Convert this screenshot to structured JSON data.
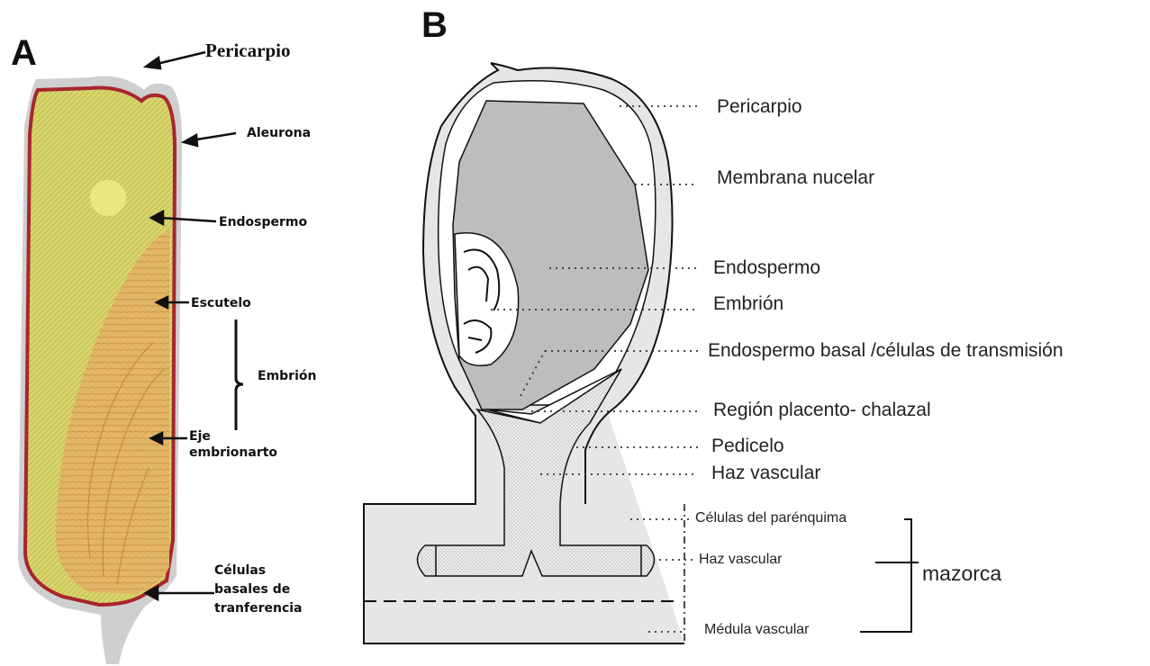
{
  "panel_a": {
    "letter": "A",
    "labels": {
      "pericarpio": "Pericarpio",
      "aleurona": "Aleurona",
      "endospermo": "Endospermo",
      "escutelo": "Escutelo",
      "embrion": "Embrión",
      "eje_line1": "Eje",
      "eje_line2": "embrionarto",
      "celulas_line1": "Células",
      "celulas_line2": "basales de",
      "celulas_line3": "tranferencia"
    }
  },
  "panel_b": {
    "letter": "B",
    "labels": {
      "pericarpio": "Pericarpio",
      "membrana": "Membrana nucelar",
      "endospermo": "Endospermo",
      "embrion": "Embrión",
      "endospermo_basal": "Endospermo basal /células de transmisión",
      "region": "Región placento- chalazal",
      "pedicelo": "Pedicelo",
      "haz1": "Haz vascular",
      "parenquima": "Células del parénquima",
      "haz2": "Haz vascular",
      "medula": "Médula vascular",
      "mazorca": "mazorca"
    }
  },
  "colors": {
    "endosperm_a": "#d7d46a",
    "embryo_a": "#e0b062",
    "aleurone_red": "#a8262e",
    "pericarp_gray": "#c9c9c9",
    "endosperm_b": "#bdbdbd",
    "hatch_b": "#e4e4e4"
  }
}
